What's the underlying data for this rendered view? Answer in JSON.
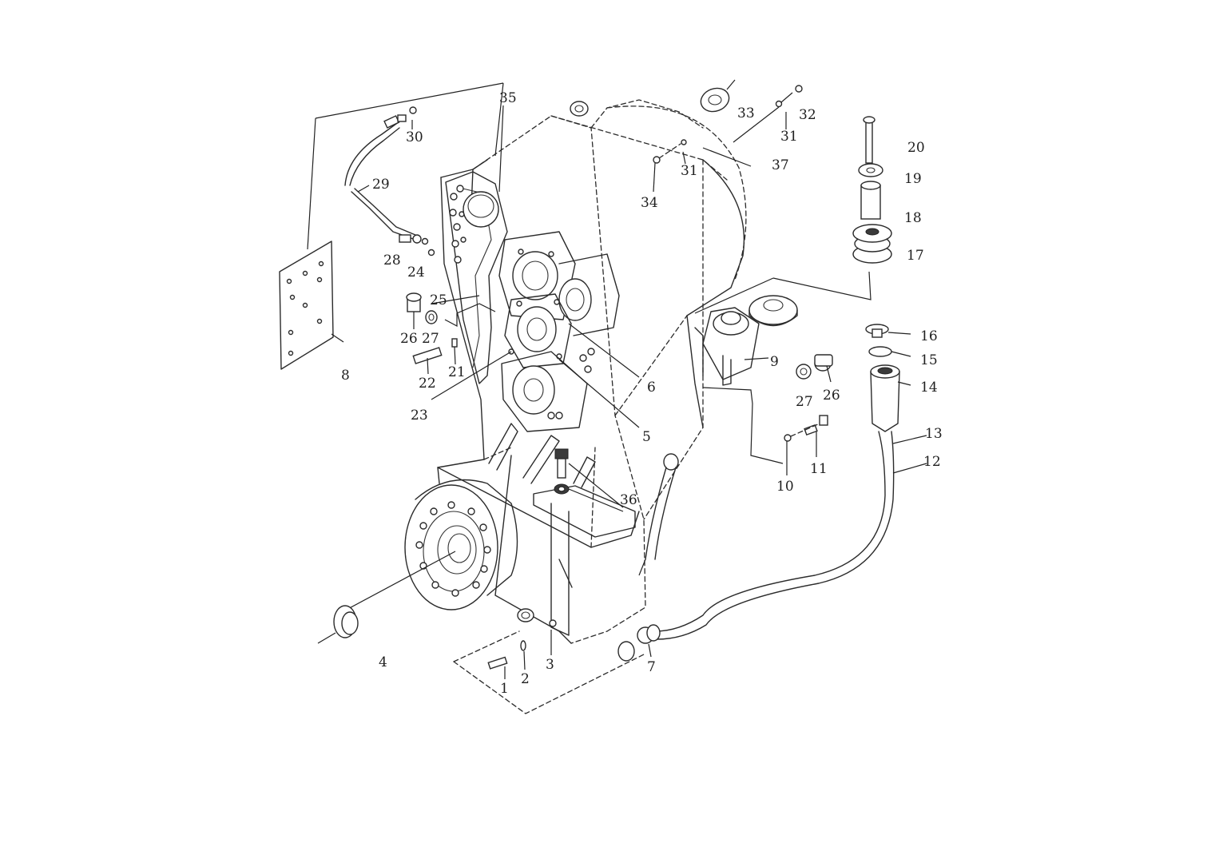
{
  "diagram": {
    "type": "exploded-parts-view",
    "callouts": [
      {
        "id": "1",
        "text": "1"
      },
      {
        "id": "2",
        "text": "2"
      },
      {
        "id": "3",
        "text": "3"
      },
      {
        "id": "4",
        "text": "4"
      },
      {
        "id": "5",
        "text": "5"
      },
      {
        "id": "6",
        "text": "6"
      },
      {
        "id": "7",
        "text": "7"
      },
      {
        "id": "8",
        "text": "8"
      },
      {
        "id": "9",
        "text": "9"
      },
      {
        "id": "10",
        "text": "10"
      },
      {
        "id": "11",
        "text": "11"
      },
      {
        "id": "12",
        "text": "12"
      },
      {
        "id": "13",
        "text": "13"
      },
      {
        "id": "14",
        "text": "14"
      },
      {
        "id": "15",
        "text": "15"
      },
      {
        "id": "16",
        "text": "16"
      },
      {
        "id": "17",
        "text": "17"
      },
      {
        "id": "18",
        "text": "18"
      },
      {
        "id": "19",
        "text": "19"
      },
      {
        "id": "20",
        "text": "20"
      },
      {
        "id": "21",
        "text": "21"
      },
      {
        "id": "22",
        "text": "22"
      },
      {
        "id": "23",
        "text": "23"
      },
      {
        "id": "24",
        "text": "24"
      },
      {
        "id": "25",
        "text": "25"
      },
      {
        "id": "26a",
        "text": "26"
      },
      {
        "id": "26b",
        "text": "26"
      },
      {
        "id": "27a",
        "text": "27"
      },
      {
        "id": "27b",
        "text": "27"
      },
      {
        "id": "28",
        "text": "28"
      },
      {
        "id": "29",
        "text": "29"
      },
      {
        "id": "30",
        "text": "30"
      },
      {
        "id": "31a",
        "text": "31"
      },
      {
        "id": "31b",
        "text": "31"
      },
      {
        "id": "32",
        "text": "32"
      },
      {
        "id": "33",
        "text": "33"
      },
      {
        "id": "34",
        "text": "34"
      },
      {
        "id": "35",
        "text": "35"
      },
      {
        "id": "36",
        "text": "36"
      },
      {
        "id": "37",
        "text": "37"
      }
    ]
  }
}
